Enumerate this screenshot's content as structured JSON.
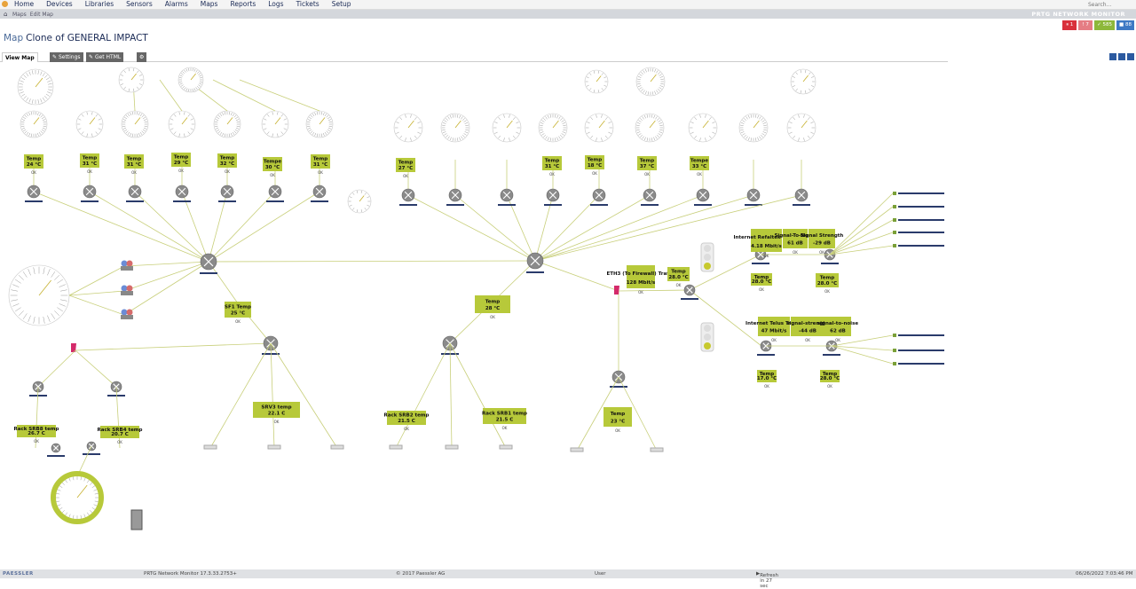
{
  "menu": [
    "Home",
    "Devices",
    "Libraries",
    "Sensors",
    "Alarms",
    "Maps",
    "Reports",
    "Logs",
    "Tickets",
    "Setup"
  ],
  "search_placeholder": "Search...",
  "breadcrumbs": [
    "Maps",
    "Edit Map"
  ],
  "prtg_label": "PRTG NETWORK MONITOR",
  "title_prefix": "Map",
  "title": "Clone of GENERAL IMPACT",
  "badges": [
    {
      "text": "1",
      "color": "#d9303b"
    },
    {
      "text": "7",
      "color": "#e57d84"
    },
    {
      "text": "585",
      "color": "#8db83a"
    },
    {
      "text": "88",
      "color": "#3e79c4"
    }
  ],
  "tabs": {
    "view_map": "View Map",
    "settings": "Settings",
    "get_html": "Get HTML"
  },
  "colors": {
    "sensor": "#b7c93a",
    "line": "#c8cf7a",
    "device": "#8a8a8a"
  },
  "map": {
    "top_temps": [
      {
        "label": "Temp",
        "value": "24 °C"
      },
      {
        "label": "Temp",
        "value": "31 °C"
      },
      {
        "label": "Temp",
        "value": "31 °C"
      },
      {
        "label": "Temp",
        "value": "29 °C"
      },
      {
        "label": "Temp",
        "value": "32 °C"
      },
      {
        "label": "Tempe",
        "value": "30 °C"
      },
      {
        "label": "Temp",
        "value": "31 °C"
      },
      {
        "label": "Temp",
        "value": "27 °C"
      },
      {
        "label": "Temp",
        "value": "31 °C"
      },
      {
        "label": "Temp",
        "value": "18 °C"
      },
      {
        "label": "Temp",
        "value": "37 °C"
      },
      {
        "label": "Tempe",
        "value": "33 °C"
      }
    ],
    "middle_sensors": [
      {
        "label": "SF1 Temp",
        "value": "25 °C"
      },
      {
        "label": "Temp",
        "value": "28 °C"
      },
      {
        "label": "ETH3 (To Firewall) Traffic",
        "value": "128 Mbit/s"
      },
      {
        "label": "Temp",
        "value": "28.0 °C"
      },
      {
        "label": "Internet Refaltek Traffic",
        "value": "4.18 Mbit/s"
      },
      {
        "label": "Signal-To-Noise",
        "value": "61 dB"
      },
      {
        "label": "Signal Strength",
        "value": "-29 dB"
      },
      {
        "label": "Temp",
        "value": "28.0 °C"
      },
      {
        "label": "Temp",
        "value": "28.0 °C"
      },
      {
        "label": "Internet Telus Traffic",
        "value": "47 Mbit/s"
      },
      {
        "label": "signal-strength",
        "value": "-44 dB"
      },
      {
        "label": "signal-to-noise",
        "value": "62 dB"
      },
      {
        "label": "Temp",
        "value": "17.0 °C"
      },
      {
        "label": "Temp",
        "value": "28.0 °C"
      }
    ],
    "lower_sensors": [
      {
        "label": "Rack SRB8 temp",
        "value": "26.7 C"
      },
      {
        "label": "Rack SRB4 temp",
        "value": "20.7 C"
      },
      {
        "label": "SRV3 temp",
        "value": "22.1 C"
      },
      {
        "label": "Rack SRB2 temp",
        "value": "21.5 C"
      },
      {
        "label": "Rack SRB1 temp",
        "value": "21.5 C"
      },
      {
        "label": "Temp",
        "value": "23 °C"
      }
    ],
    "status_ok": "OK"
  },
  "footer": {
    "brand": "PAESSLER",
    "version": "PRTG Network Monitor 17.3.33.2753+",
    "copyright": "© 2017 Paessler AG",
    "user": "User",
    "refresh": "Refresh in 27 sec",
    "datetime": "06/26/2022 7:03:46 PM"
  }
}
